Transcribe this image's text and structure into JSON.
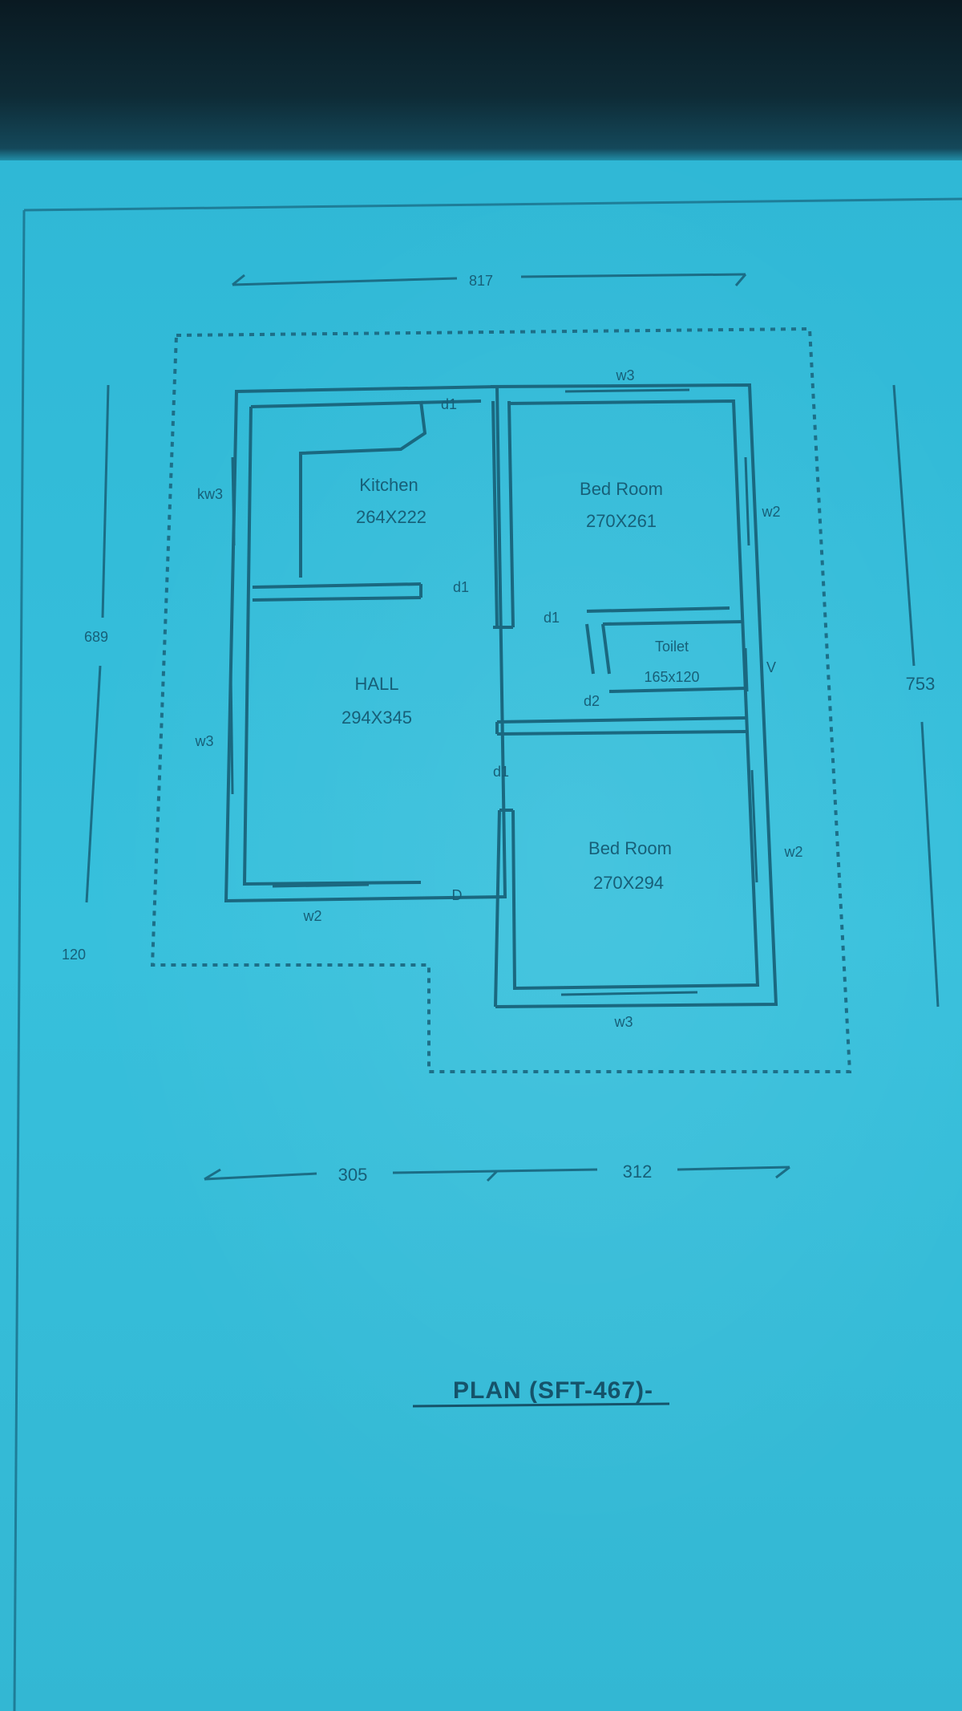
{
  "plan": {
    "title": "PLAN (SFT-467)-",
    "dims": {
      "top": "817",
      "left_upper": "689",
      "left_lower": "120",
      "right": "753",
      "bottom_left": "305",
      "bottom_right": "312"
    },
    "rooms": {
      "kitchen": {
        "name": "Kitchen",
        "size": "264X222"
      },
      "bedroom_top": {
        "name": "Bed Room",
        "size": "270X261"
      },
      "toilet": {
        "name": "Toilet",
        "size": "165x120"
      },
      "hall": {
        "name": "HALL",
        "size": "294X345"
      },
      "bedroom_bottom": {
        "name": "Bed Room",
        "size": "270X294"
      }
    },
    "tags": {
      "w3_top": "w3",
      "kw3": "kw3",
      "w2_right_top": "w2",
      "w3_left": "w3",
      "w2_bottom_hall": "w2",
      "w2_right_bottom": "w2",
      "w3_bottom": "w3",
      "d1_a": "d1",
      "d1_b": "d1",
      "d1_c": "d1",
      "d1_d": "d1",
      "d2": "d2",
      "D": "D",
      "V": "V"
    }
  },
  "colors": {
    "sheet": "#34bedb",
    "ink": "#175f78"
  }
}
